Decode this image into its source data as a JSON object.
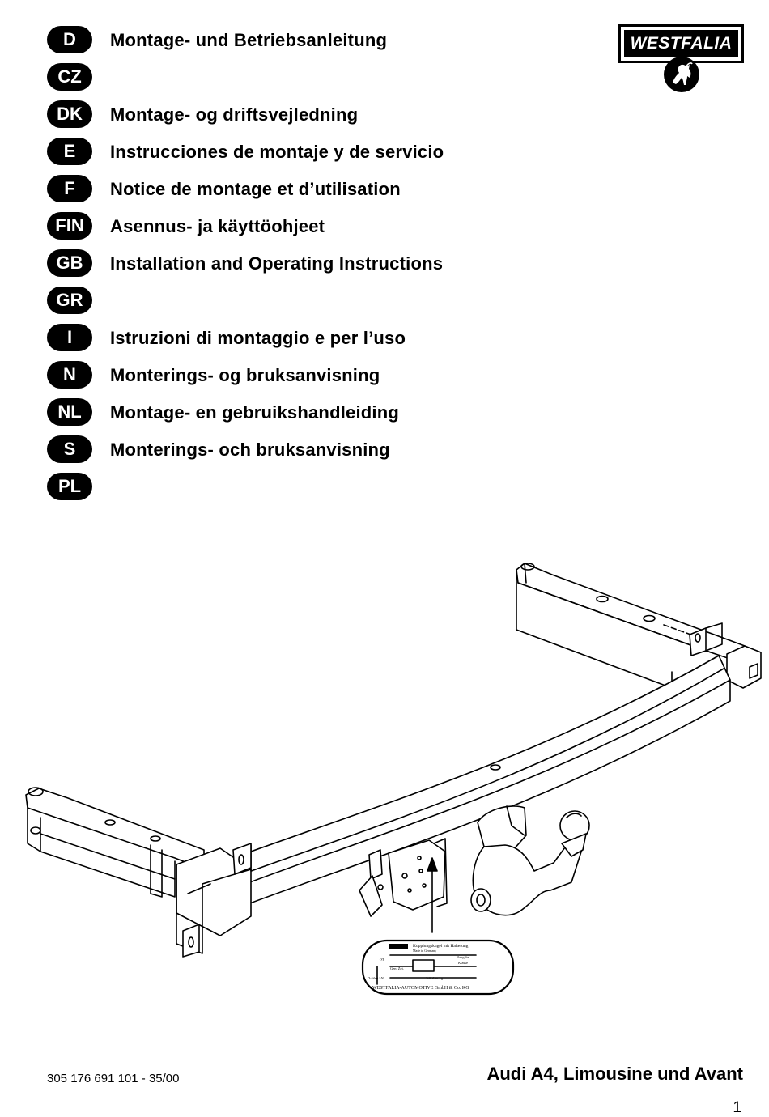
{
  "languages": [
    {
      "code": "D",
      "title": "Montage- und Betriebsanleitung"
    },
    {
      "code": "CZ",
      "title": ""
    },
    {
      "code": "DK",
      "title": "Montage- og driftsvejledning"
    },
    {
      "code": "E",
      "title": "Instrucciones de montaje y de servicio"
    },
    {
      "code": "F",
      "title": "Notice de montage et d’utilisation"
    },
    {
      "code": "FIN",
      "title": "Asennus- ja käyttöohjeet"
    },
    {
      "code": "GB",
      "title": "Installation and Operating Instructions"
    },
    {
      "code": "GR",
      "title": ""
    },
    {
      "code": "I",
      "title": "Istruzioni di montaggio e per l’uso"
    },
    {
      "code": "N",
      "title": "Monterings- og bruksanvisning"
    },
    {
      "code": "NL",
      "title": "Montage- en gebruikshandleiding"
    },
    {
      "code": "S",
      "title": "Monterings- och bruksanvisning"
    },
    {
      "code": "PL",
      "title": ""
    }
  ],
  "logo": {
    "text": "WESTFALIA",
    "icon": "horse-icon"
  },
  "type_plate": {
    "heading": "Kupplungskugel mit Halterung",
    "made_in": "Made in Germany",
    "typ_label": "Typ",
    "baugabe_label": "Baugabe",
    "klasse_label": "Klasse",
    "gen_zei_label": "Gen. Zei.",
    "d_wert_label": "D-Wert kN",
    "stuetzlast_label": "Stützlast kg",
    "manufacturer": "WESTFALIA-AUTOMOTIVE GmbH & Co. KG"
  },
  "footer": {
    "doc_number": "305 176 691 101 - 35/00",
    "vehicle": "Audi A4, Limousine und Avant",
    "page_number": "1"
  },
  "colors": {
    "ink": "#000000",
    "paper": "#ffffff"
  }
}
